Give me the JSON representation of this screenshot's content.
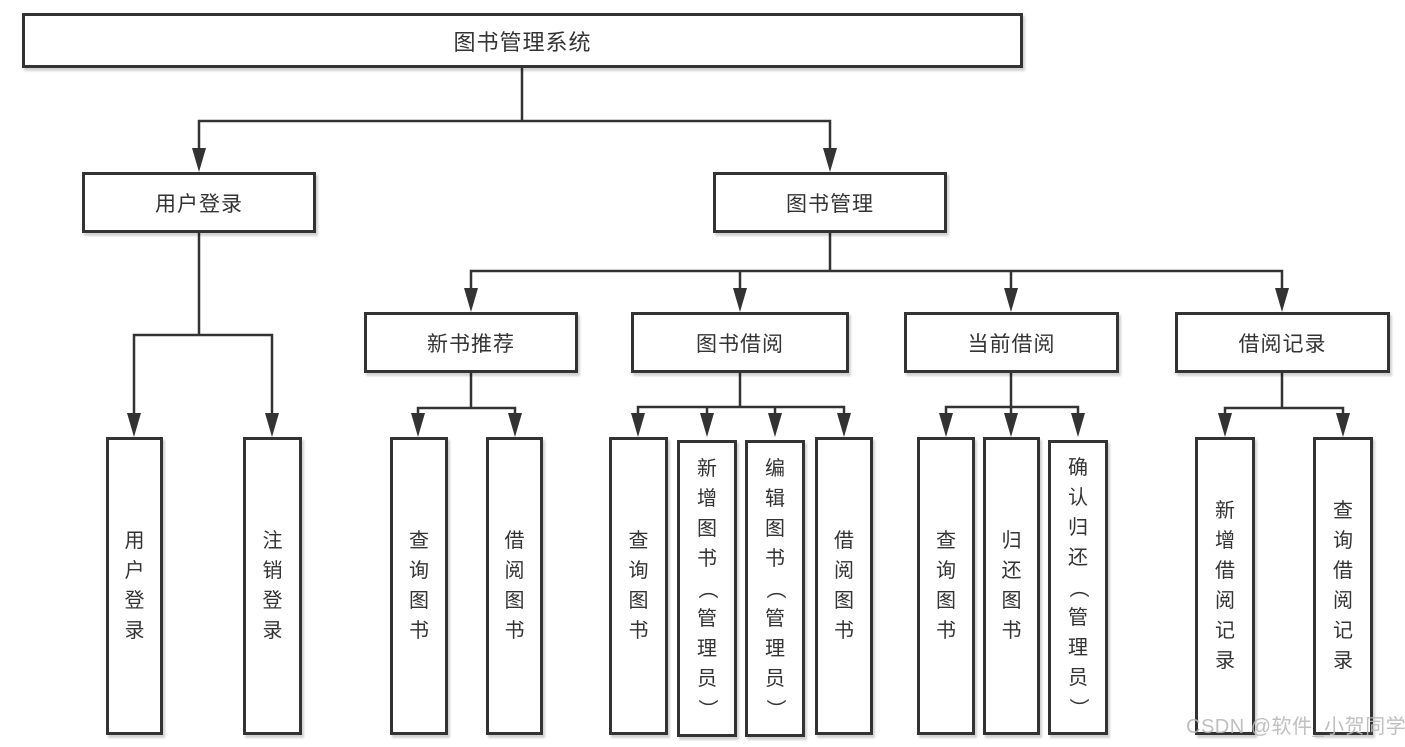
{
  "nodes": {
    "root": "图书管理系统",
    "user_login": "用户登录",
    "book_management": "图书管理",
    "new_book_recommend": "新书推荐",
    "book_borrow": "图书借阅",
    "current_borrow": "当前借阅",
    "borrow_records": "借阅记录"
  },
  "leaves": {
    "user_login": [
      "用户登录",
      "注销登录"
    ],
    "new_book_recommend": [
      "查询图书",
      "借阅图书"
    ],
    "book_borrow": [
      "查询图书",
      "新增图书（管理员）",
      "编辑图书（管理员）",
      "借阅图书"
    ],
    "current_borrow": [
      "查询图书",
      "归还图书",
      "确认归还（管理员）"
    ],
    "borrow_records": [
      "新增借阅记录",
      "查询借阅记录"
    ]
  },
  "watermark": "CSDN @软件_小贺同学",
  "colors": {
    "line": "#333333",
    "text": "#333333",
    "watermark": "#b9b9b9",
    "background": "#ffffff"
  }
}
